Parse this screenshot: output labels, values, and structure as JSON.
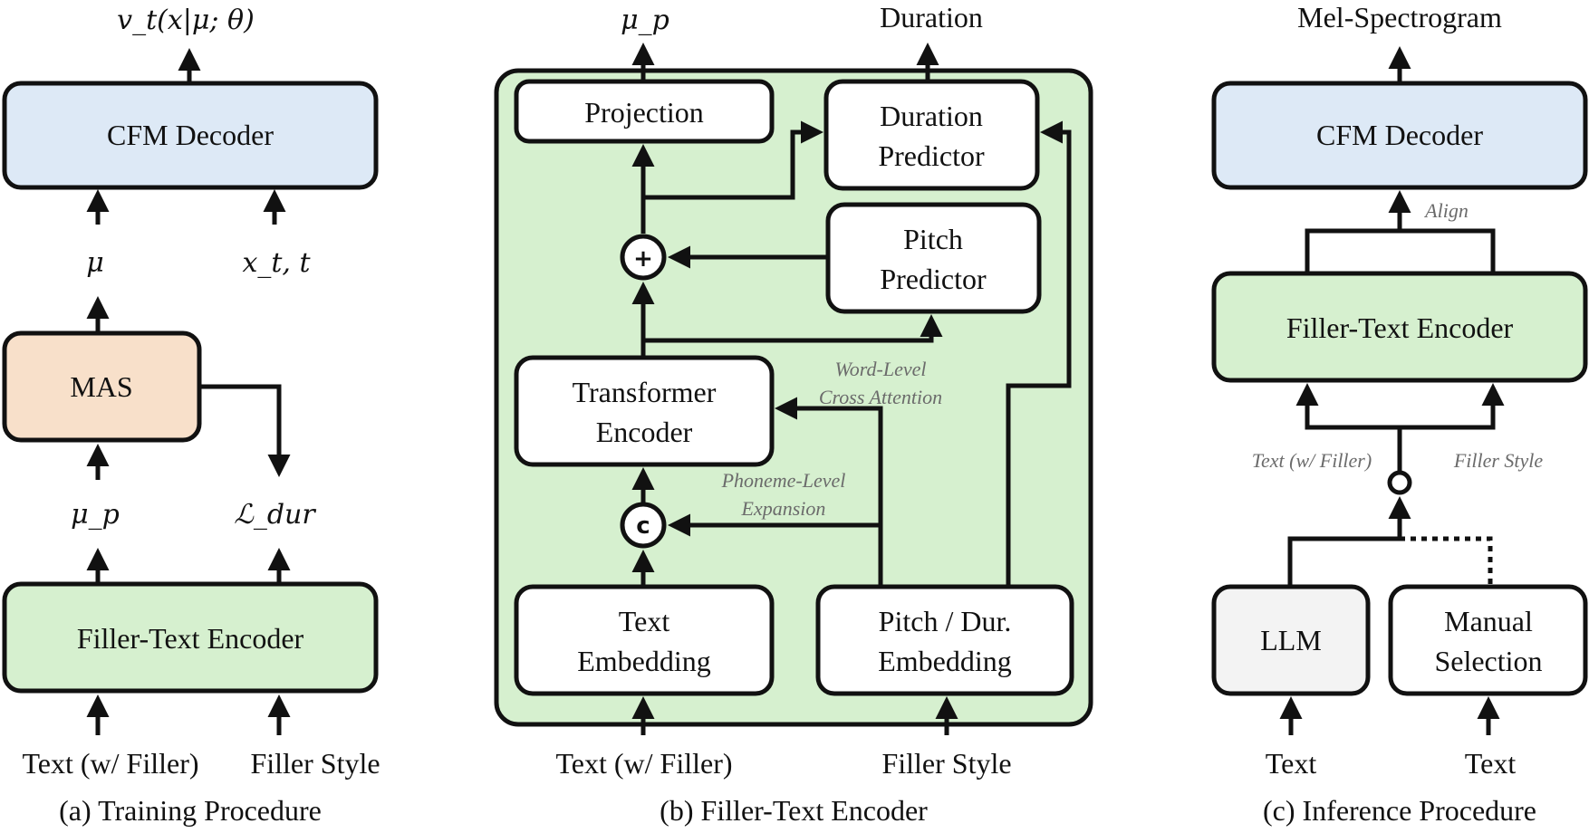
{
  "colors": {
    "cfm": "#dde9f6",
    "mas": "#f8e0ca",
    "encoder": "#d6f0cf",
    "panel": "#d6f0cf",
    "llm": "#f3f3f3",
    "white": "#ffffff",
    "note": "#6b6b6b"
  },
  "panel_a": {
    "caption": "(a) Training Procedure",
    "output_label": "v_t(x|μ; θ)",
    "cfm_decoder": "CFM Decoder",
    "mu_label": "μ",
    "xt_label": "x_t, t",
    "mas": "MAS",
    "mup_label": "μ_p",
    "ldur_label": "ℒ_dur",
    "encoder": "Filler-Text Encoder",
    "input_text": "Text (w/ Filler)",
    "input_style": "Filler Style"
  },
  "panel_b": {
    "caption": "(b) Filler-Text Encoder",
    "out_mup": "μ_p",
    "out_duration": "Duration",
    "projection": "Projection",
    "duration_predictor": [
      "Duration",
      "Predictor"
    ],
    "pitch_predictor": [
      "Pitch",
      "Predictor"
    ],
    "plus_symbol": "+",
    "concat_symbol": "c",
    "transformer_encoder": [
      "Transformer",
      "Encoder"
    ],
    "text_embedding": [
      "Text",
      "Embedding"
    ],
    "pitch_dur_embedding": [
      "Pitch / Dur.",
      "Embedding"
    ],
    "word_level": [
      "Word-Level",
      "Cross Attention"
    ],
    "phoneme_level": [
      "Phoneme-Level",
      "Expansion"
    ],
    "input_text": "Text (w/ Filler)",
    "input_style": "Filler Style"
  },
  "panel_c": {
    "caption": "(c) Inference Procedure",
    "output_label": "Mel-Spectrogram",
    "cfm_decoder": "CFM Decoder",
    "align": "Align",
    "encoder": "Filler-Text Encoder",
    "text_filler": "Text (w/ Filler)",
    "filler_style": "Filler Style",
    "llm": "LLM",
    "manual_selection": [
      "Manual",
      "Selection"
    ],
    "input_text_1": "Text",
    "input_text_2": "Text"
  }
}
